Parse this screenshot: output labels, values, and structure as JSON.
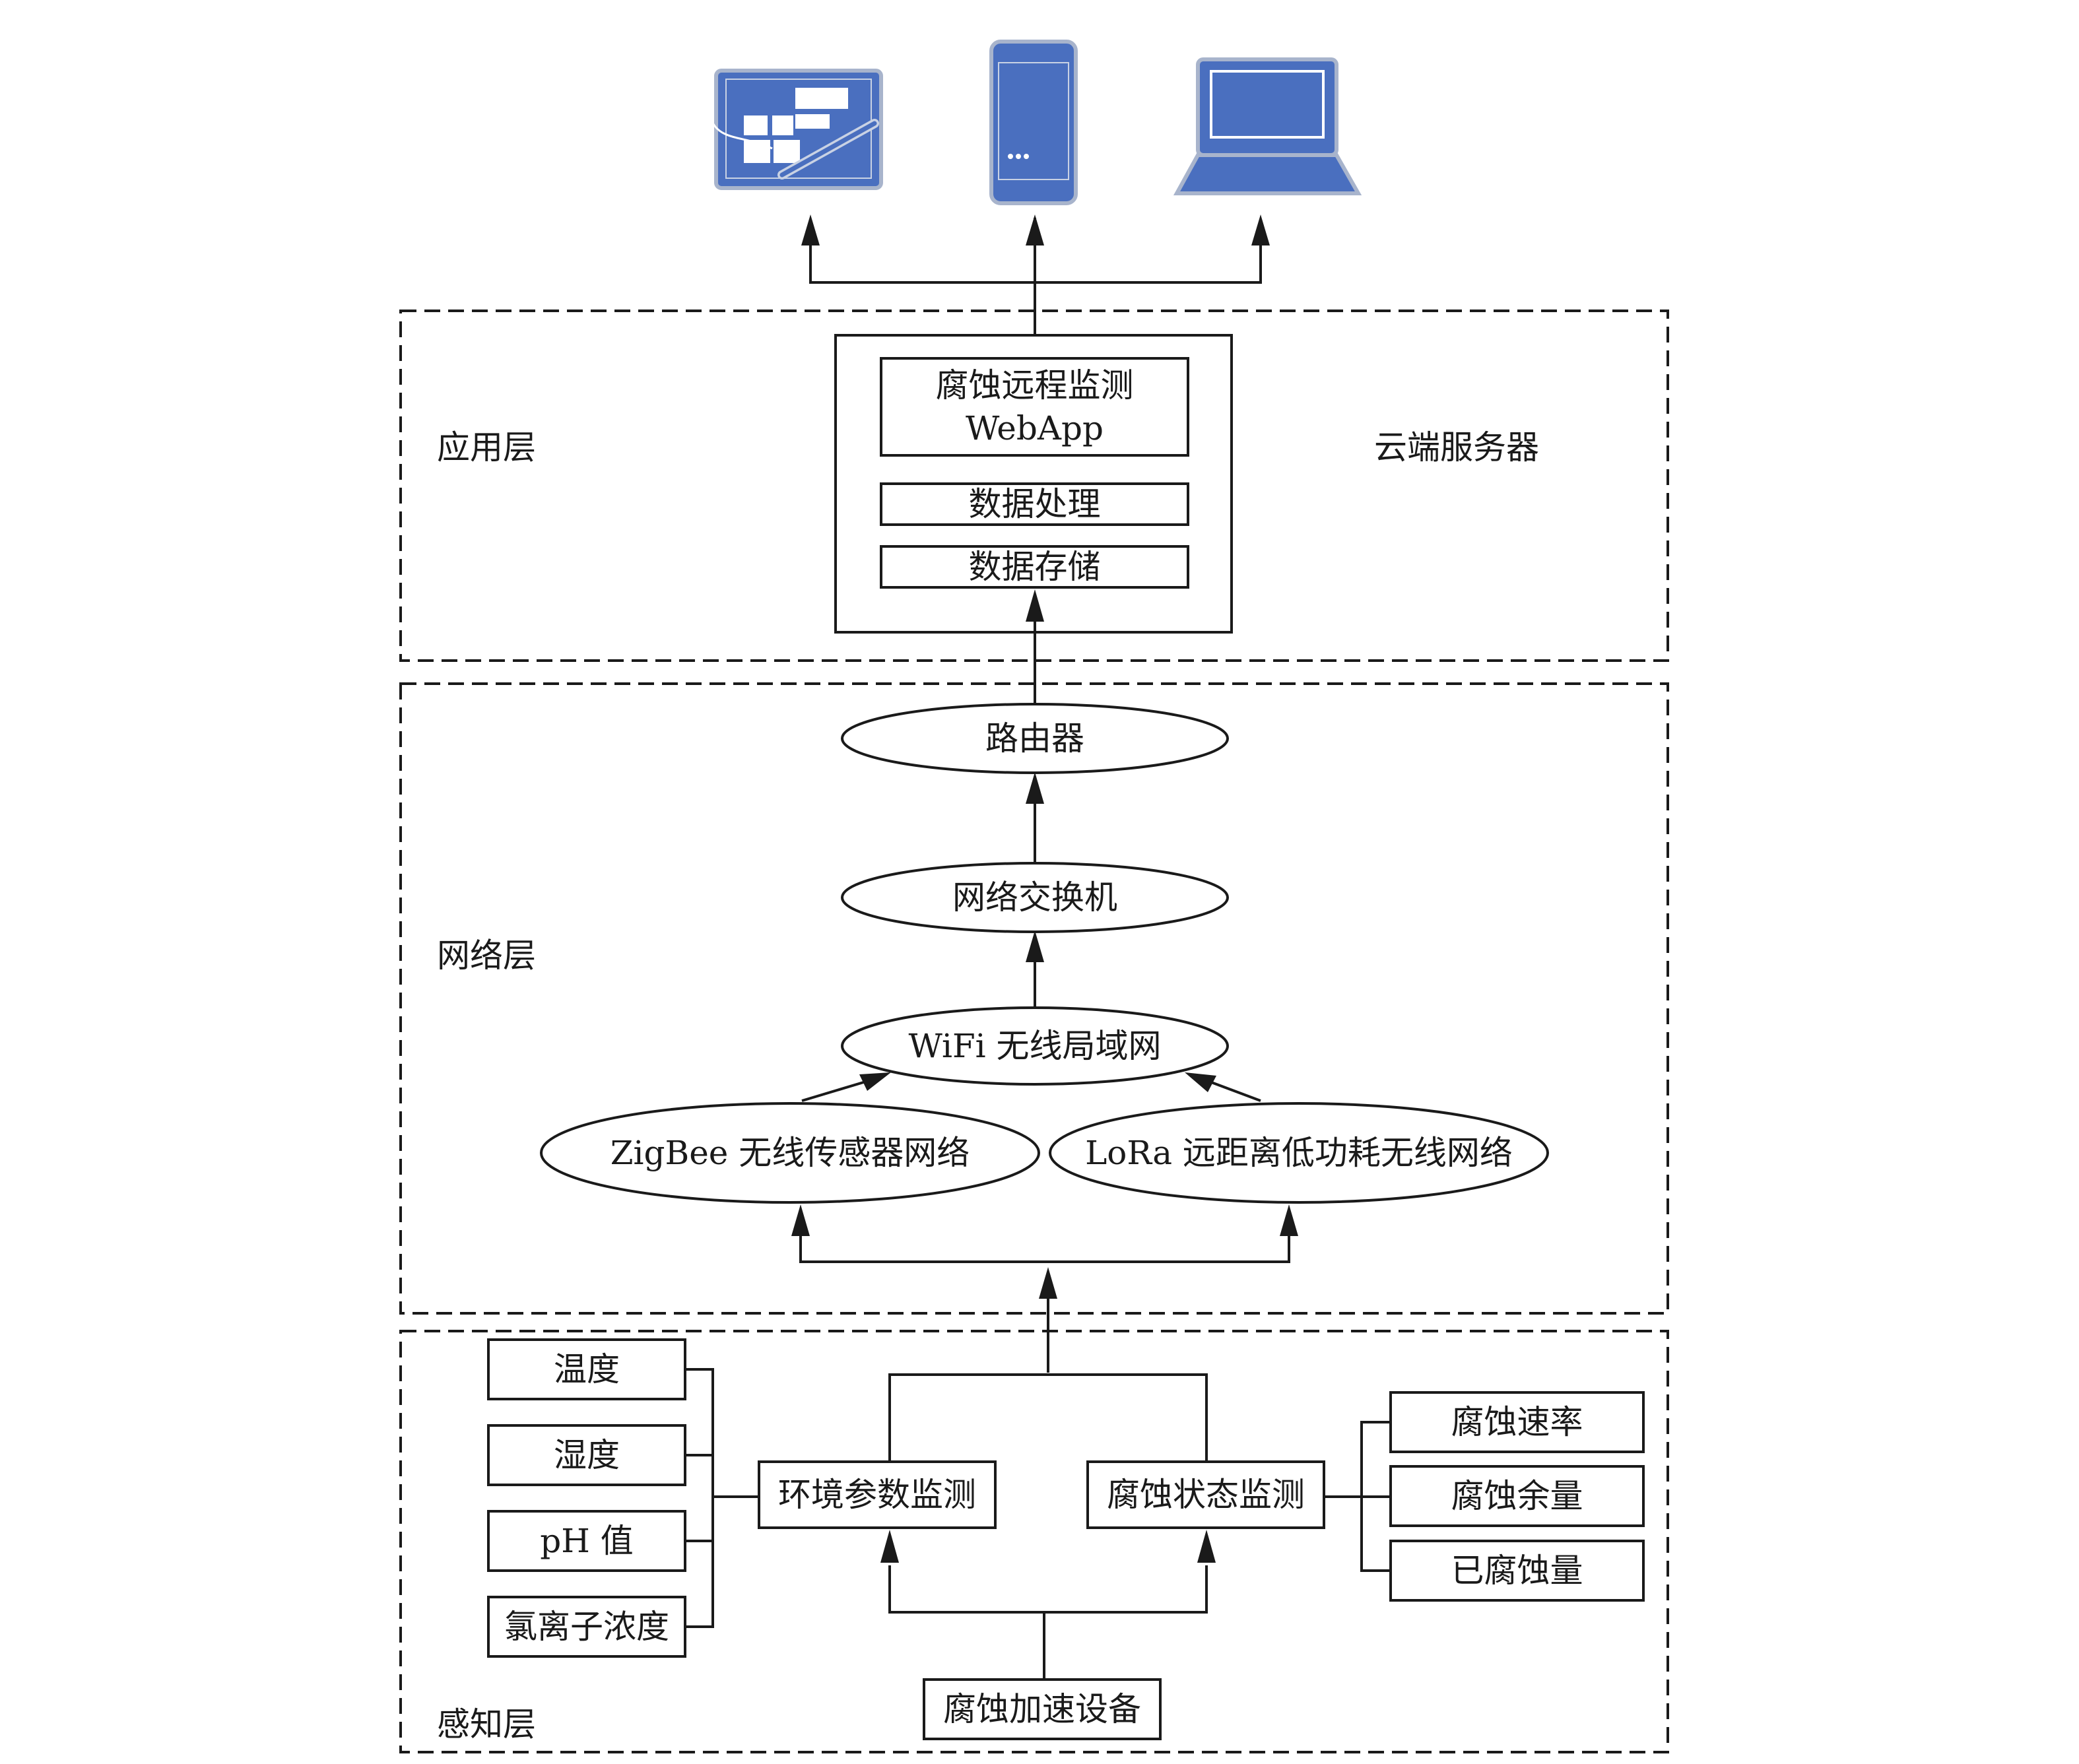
{
  "layers": {
    "application": "应用层",
    "network": "网络层",
    "perception": "感知层"
  },
  "cloud_server": "云端服务器",
  "server_boxes": {
    "webapp_line1": "腐蚀远程监测",
    "webapp_line2": "WebApp",
    "processing": "数据处理",
    "storage": "数据存储"
  },
  "network_nodes": {
    "router": "路由器",
    "switch": "网络交换机",
    "wifi": "WiFi 无线局域网",
    "zigbee": "ZigBee 无线传感器网络",
    "lora": "LoRa 远距离低功耗无线网络"
  },
  "perception": {
    "env_monitor": "环境参数监测",
    "corrosion_monitor": "腐蚀状态监测",
    "device": "腐蚀加速设备",
    "env_params": [
      "温度",
      "湿度",
      "pH 值",
      "氯离子浓度"
    ],
    "corrosion_params": [
      "腐蚀速率",
      "腐蚀余量",
      "已腐蚀量"
    ]
  },
  "icons": {
    "tablet": "tablet-icon",
    "phone": "phone-icon",
    "laptop": "laptop-icon"
  },
  "colors": {
    "device_fill": "#4a6fbf",
    "device_stroke": "#a8b4cc",
    "line": "#1a1a1a"
  }
}
